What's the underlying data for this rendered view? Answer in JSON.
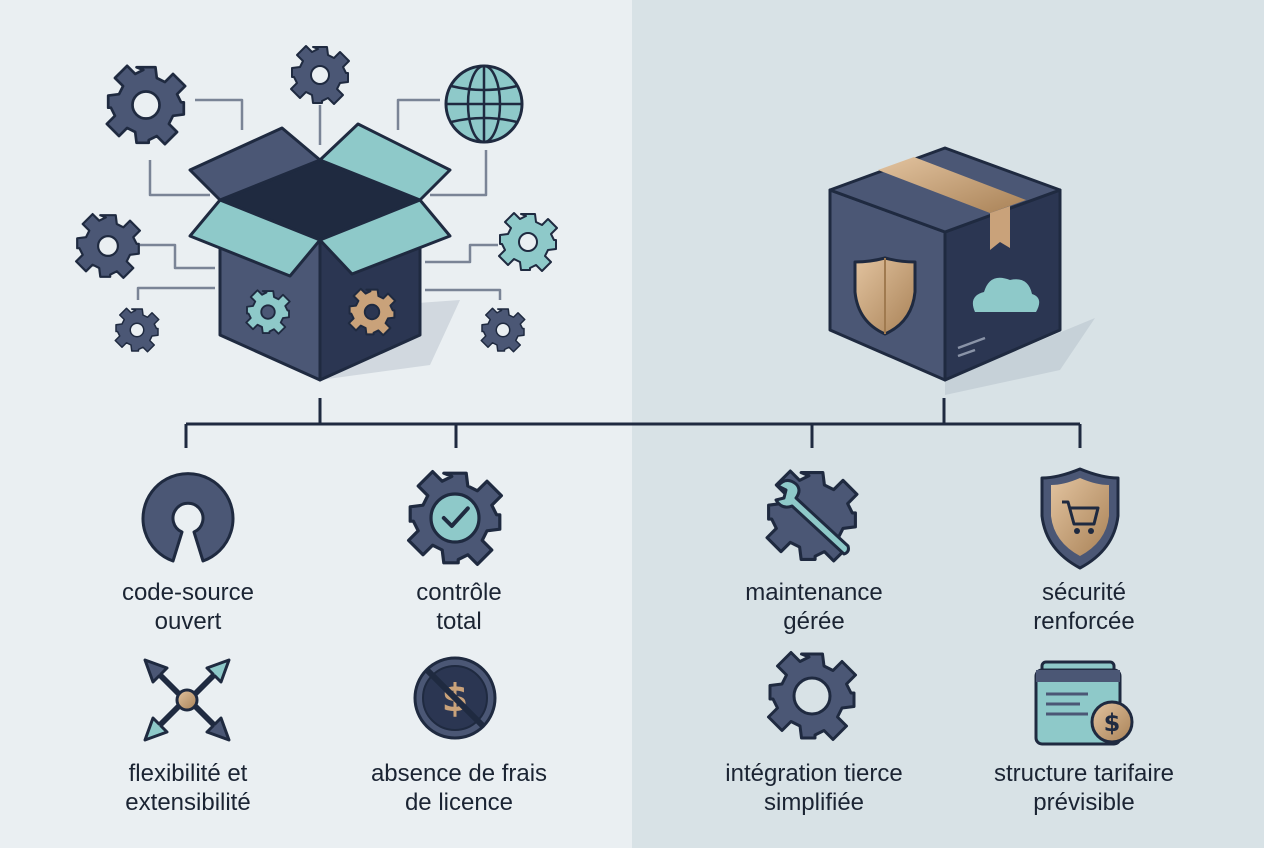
{
  "features": {
    "code_source": {
      "line1": "code-source",
      "line2": "ouvert"
    },
    "controle": {
      "line1": "contrôle",
      "line2": "total"
    },
    "flexibilite": {
      "line1": "flexibilité et",
      "line2": "extensibilité"
    },
    "absence_frais": {
      "line1": "absence de frais",
      "line2": "de licence"
    },
    "maintenance": {
      "line1": "maintenance",
      "line2": "gérée"
    },
    "securite": {
      "line1": "sécurité",
      "line2": "renforcée"
    },
    "integration": {
      "line1": "intégration tierce",
      "line2": "simplifiée"
    },
    "tarifs": {
      "line1": "structure tarifaire",
      "line2": "prévisible"
    }
  },
  "colors": {
    "navy": "#4b5775",
    "navy_dark": "#2b3652",
    "teal": "#8ec9c9",
    "bronze": "#c9a27a",
    "outline": "#1f2a40",
    "bg_left": "#eaeff2",
    "bg_right": "#d8e2e6"
  },
  "icons": {
    "open_box": "open-box-icon",
    "closed_box": "closed-box-icon",
    "open_source": "open-source-logo-icon",
    "gear_check": "gear-check-icon",
    "arrows": "expand-arrows-icon",
    "no_dollar": "no-dollar-icon",
    "wrench_gear": "wrench-gear-icon",
    "shield_cart": "shield-cart-icon",
    "gear": "gear-icon",
    "card_dollar": "card-dollar-icon"
  }
}
